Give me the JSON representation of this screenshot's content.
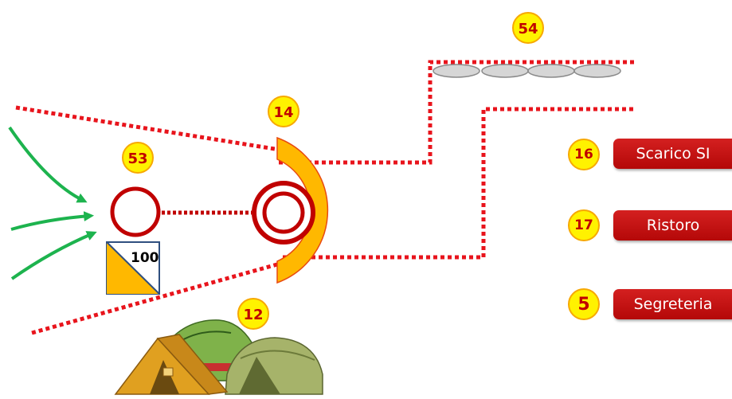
{
  "badges": {
    "b54": "54",
    "b14": "14",
    "b53": "53",
    "b12": "12"
  },
  "start_block": {
    "label": "100"
  },
  "legend": [
    {
      "number": "16",
      "label": "Scarico SI"
    },
    {
      "number": "17",
      "label": "Ristoro"
    },
    {
      "number": "5",
      "label": "Segreteria"
    }
  ],
  "colors": {
    "route_dotted": "#e8141c",
    "arrow_green": "#1db34e",
    "ring_red": "#c00000",
    "arch_orange": "#ffb800",
    "badge_yellow": "#fff200",
    "legend_red": "#c00000"
  },
  "icons": [
    "green-arrow-icon",
    "checkpoint-ring-icon",
    "tent-icon",
    "start-flag-icon"
  ]
}
